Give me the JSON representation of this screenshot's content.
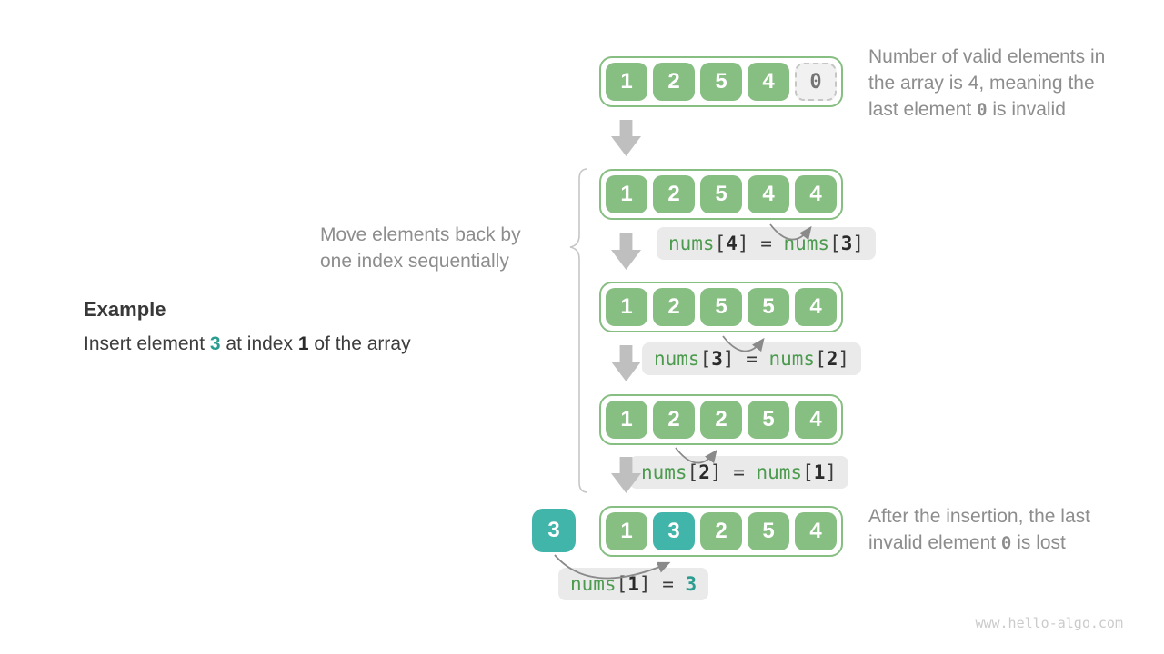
{
  "colors": {
    "green": "#87BE82",
    "teal": "#42B5AA",
    "code_green": "#4C9B4F",
    "code_teal": "#2A9D90",
    "gray_text": "#8D8D8D",
    "arrow_gray": "#BFBFBF",
    "label_bg": "#EAEAEA"
  },
  "example": {
    "heading": "Example",
    "sentence": [
      {
        "t": "Insert element "
      },
      {
        "t": "3",
        "c": "teal-b"
      },
      {
        "t": " at index "
      },
      {
        "t": "1",
        "c": "dark-b"
      },
      {
        "t": " of the array"
      }
    ]
  },
  "annotations": {
    "top_right": [
      {
        "t": "Number of valid elements in"
      },
      {
        "br": true
      },
      {
        "t": "the array is 4, meaning the"
      },
      {
        "br": true
      },
      {
        "t": "last element "
      },
      {
        "t": "0",
        "c": "mono0"
      },
      {
        "t": " is invalid"
      }
    ],
    "move": [
      {
        "t": "Move elements back by"
      },
      {
        "br": true
      },
      {
        "t": "one index sequentially"
      }
    ],
    "bottom_right": [
      {
        "t": "After the insertion, the last"
      },
      {
        "br": true
      },
      {
        "t": "invalid element "
      },
      {
        "t": "0",
        "c": "mono0"
      },
      {
        "t": " is lost"
      }
    ]
  },
  "inserted_value": "3",
  "arrays": [
    {
      "cells": [
        {
          "v": "1",
          "k": "g"
        },
        {
          "v": "2",
          "k": "g"
        },
        {
          "v": "5",
          "k": "g"
        },
        {
          "v": "4",
          "k": "g"
        },
        {
          "v": "0",
          "k": "x"
        }
      ]
    },
    {
      "cells": [
        {
          "v": "1",
          "k": "g"
        },
        {
          "v": "2",
          "k": "g"
        },
        {
          "v": "5",
          "k": "g"
        },
        {
          "v": "4",
          "k": "g"
        },
        {
          "v": "4",
          "k": "g"
        }
      ]
    },
    {
      "cells": [
        {
          "v": "1",
          "k": "g"
        },
        {
          "v": "2",
          "k": "g"
        },
        {
          "v": "5",
          "k": "g"
        },
        {
          "v": "5",
          "k": "g"
        },
        {
          "v": "4",
          "k": "g"
        }
      ]
    },
    {
      "cells": [
        {
          "v": "1",
          "k": "g"
        },
        {
          "v": "2",
          "k": "g"
        },
        {
          "v": "2",
          "k": "g"
        },
        {
          "v": "5",
          "k": "g"
        },
        {
          "v": "4",
          "k": "g"
        }
      ]
    },
    {
      "cells": [
        {
          "v": "1",
          "k": "g"
        },
        {
          "v": "3",
          "k": "t"
        },
        {
          "v": "2",
          "k": "g"
        },
        {
          "v": "5",
          "k": "g"
        },
        {
          "v": "4",
          "k": "g"
        }
      ]
    }
  ],
  "code_labels": [
    {
      "parts": [
        {
          "t": "nums",
          "c": "kw"
        },
        {
          "t": "[",
          "c": "p"
        },
        {
          "t": "4",
          "c": "n"
        },
        {
          "t": "]",
          "c": "p"
        },
        {
          "t": " = ",
          "c": "p"
        },
        {
          "t": "nums",
          "c": "kw"
        },
        {
          "t": "[",
          "c": "p"
        },
        {
          "t": "3",
          "c": "n"
        },
        {
          "t": "]",
          "c": "p"
        }
      ]
    },
    {
      "parts": [
        {
          "t": "nums",
          "c": "kw"
        },
        {
          "t": "[",
          "c": "p"
        },
        {
          "t": "3",
          "c": "n"
        },
        {
          "t": "]",
          "c": "p"
        },
        {
          "t": " = ",
          "c": "p"
        },
        {
          "t": "nums",
          "c": "kw"
        },
        {
          "t": "[",
          "c": "p"
        },
        {
          "t": "2",
          "c": "n"
        },
        {
          "t": "]",
          "c": "p"
        }
      ]
    },
    {
      "parts": [
        {
          "t": "nums",
          "c": "kw"
        },
        {
          "t": "[",
          "c": "p"
        },
        {
          "t": "2",
          "c": "n"
        },
        {
          "t": "]",
          "c": "p"
        },
        {
          "t": " = ",
          "c": "p"
        },
        {
          "t": "nums",
          "c": "kw"
        },
        {
          "t": "[",
          "c": "p"
        },
        {
          "t": "1",
          "c": "n"
        },
        {
          "t": "]",
          "c": "p"
        }
      ]
    },
    {
      "parts": [
        {
          "t": "nums",
          "c": "kw"
        },
        {
          "t": "[",
          "c": "p"
        },
        {
          "t": "1",
          "c": "n"
        },
        {
          "t": "]",
          "c": "p"
        },
        {
          "t": " = ",
          "c": "p"
        },
        {
          "t": "3",
          "c": "tealn"
        }
      ]
    }
  ],
  "watermark": "www.hello-algo.com"
}
